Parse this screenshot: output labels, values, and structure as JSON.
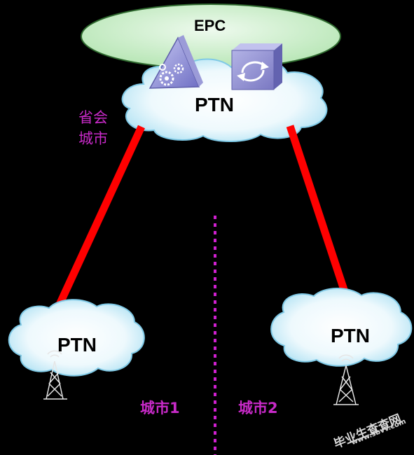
{
  "epc": {
    "label": "EPC"
  },
  "core_ptn": {
    "label": "PTN"
  },
  "province_city": {
    "line1": "省会",
    "line2": "城市"
  },
  "left_ptn": {
    "label": "PTN"
  },
  "right_ptn": {
    "label": "PTN"
  },
  "city1": {
    "label": "城市1"
  },
  "city2": {
    "label": "城市2"
  },
  "watermark": {
    "text": "毕业生查查网",
    "url": "www.sbvv.com"
  },
  "colors": {
    "background": "#000000",
    "epc_fill": "#c6ecc6",
    "cloud_fill": "#dff3fb",
    "link": "#ff0000",
    "divider": "#d020d0",
    "city_text": "#c82ac8"
  },
  "icons": [
    "gear-triangle-icon",
    "transfer-cube-icon",
    "tower-icon"
  ]
}
